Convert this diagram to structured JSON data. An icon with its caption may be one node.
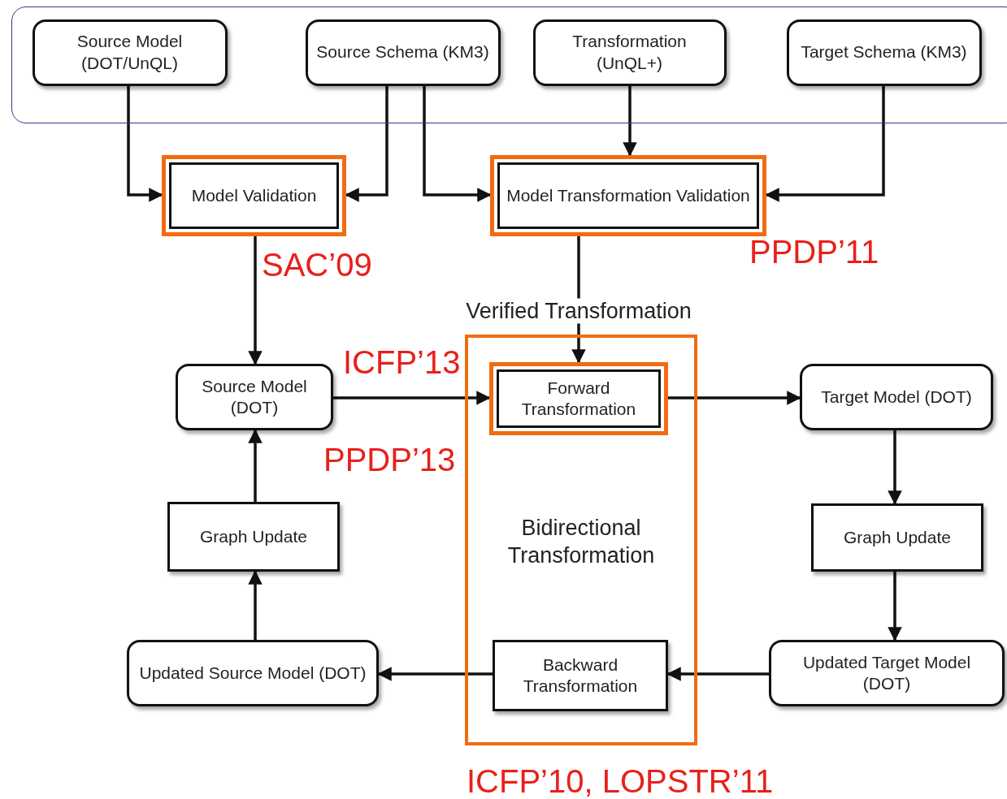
{
  "diagram": {
    "nodes": [
      {
        "text": [],
        "shape": "box"
      },
      {
        "text": [
          "Source Model (DOT/UnQL)"
        ],
        "in": 0
      },
      {
        "text": [
          "Source Schema (KM3)"
        ],
        "in": 0
      },
      {
        "text": [
          "Transformation (UnQL+)"
        ],
        "in": 0
      },
      {
        "text": [
          "Target Schema (KM3)"
        ],
        "in": 0
      },
      {
        "text": [
          "Model Validation"
        ],
        "beside": [
          "SAC’09"
        ]
      },
      {
        "text": [
          "Model Transformation Validation"
        ],
        "beside": [
          "PPDP’11"
        ]
      },
      {
        "text": [
          "Source Model (DOT)"
        ]
      },
      {
        "text": [
          "Bidirectional Transformation"
        ],
        "beside": [
          "ICFP’10, LOPSTR’11"
        ]
      },
      {
        "text": [
          "Forward Transformation"
        ],
        "in": 8,
        "beside": [
          "ICFP’13"
        ]
      },
      {
        "text": [
          "Target Model (DOT)"
        ]
      },
      {
        "text": [
          "Graph Update"
        ]
      },
      {
        "text": [
          "Graph Update"
        ]
      },
      {
        "text": [
          "Backward Transformation"
        ],
        "in": 8
      },
      {
        "text": [
          "Updated Source Model (DOT)"
        ]
      },
      {
        "text": [
          "Updated Target Model (DOT)"
        ]
      }
    ],
    "edges": [
      {
        "from": 1,
        "to": 5,
        "arrow": "to"
      },
      {
        "from": 2,
        "to": 5,
        "arrow": "to"
      },
      {
        "from": 2,
        "to": 6,
        "arrow": "to"
      },
      {
        "from": 3,
        "to": 6,
        "arrow": "to"
      },
      {
        "from": 4,
        "to": 6,
        "arrow": "to"
      },
      {
        "from": 5,
        "to": 7,
        "arrow": "to"
      },
      {
        "from": 6,
        "to": 9,
        "arrow": "to",
        "label": "Verified Transformation"
      },
      {
        "from": 7,
        "to": 9,
        "arrow": "to"
      },
      {
        "from": 9,
        "to": 10,
        "arrow": "to"
      },
      {
        "from": 10,
        "to": 12,
        "arrow": "to"
      },
      {
        "from": 12,
        "to": 15,
        "arrow": "to"
      },
      {
        "from": 15,
        "to": 13,
        "arrow": "to"
      },
      {
        "from": 13,
        "to": 14,
        "arrow": "to"
      },
      {
        "from": 14,
        "to": 11,
        "arrow": "to"
      },
      {
        "from": 11,
        "to": 7,
        "arrow": "to"
      }
    ],
    "labels": [
      "PPDP’13"
    ]
  }
}
